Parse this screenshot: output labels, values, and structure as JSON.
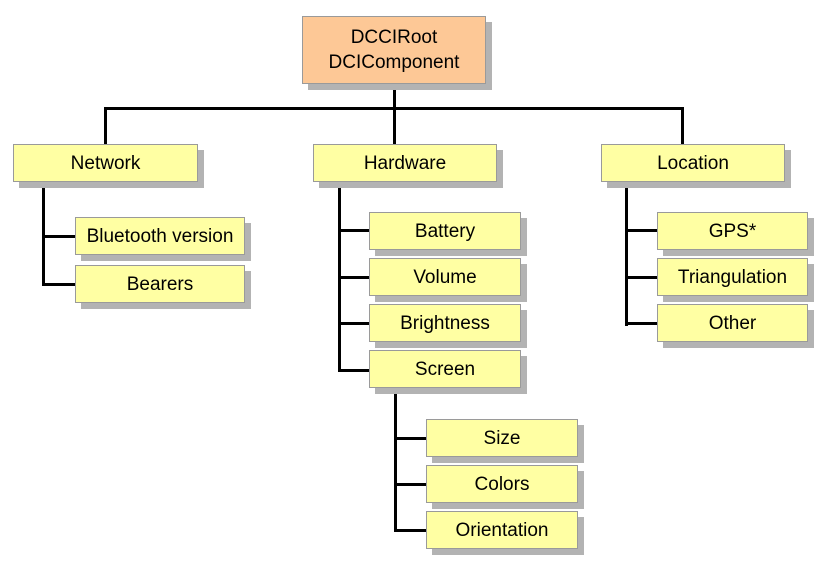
{
  "diagram": {
    "colors": {
      "root_fill": "#fdc896",
      "node_fill": "#ffffa3",
      "border": "#9a9a9a",
      "shadow": "#b3b3b3",
      "connector": "#000000"
    },
    "root": {
      "line1": "DCCIRoot",
      "line2": "DCIComponent"
    },
    "network": {
      "label": "Network",
      "children": [
        "Bluetooth version",
        "Bearers"
      ]
    },
    "hardware": {
      "label": "Hardware",
      "children": [
        "Battery",
        "Volume",
        "Brightness",
        "Screen"
      ],
      "screen": {
        "children": [
          "Size",
          "Colors",
          "Orientation"
        ]
      }
    },
    "location": {
      "label": "Location",
      "children": [
        "GPS*",
        "Triangulation",
        "Other"
      ]
    }
  }
}
